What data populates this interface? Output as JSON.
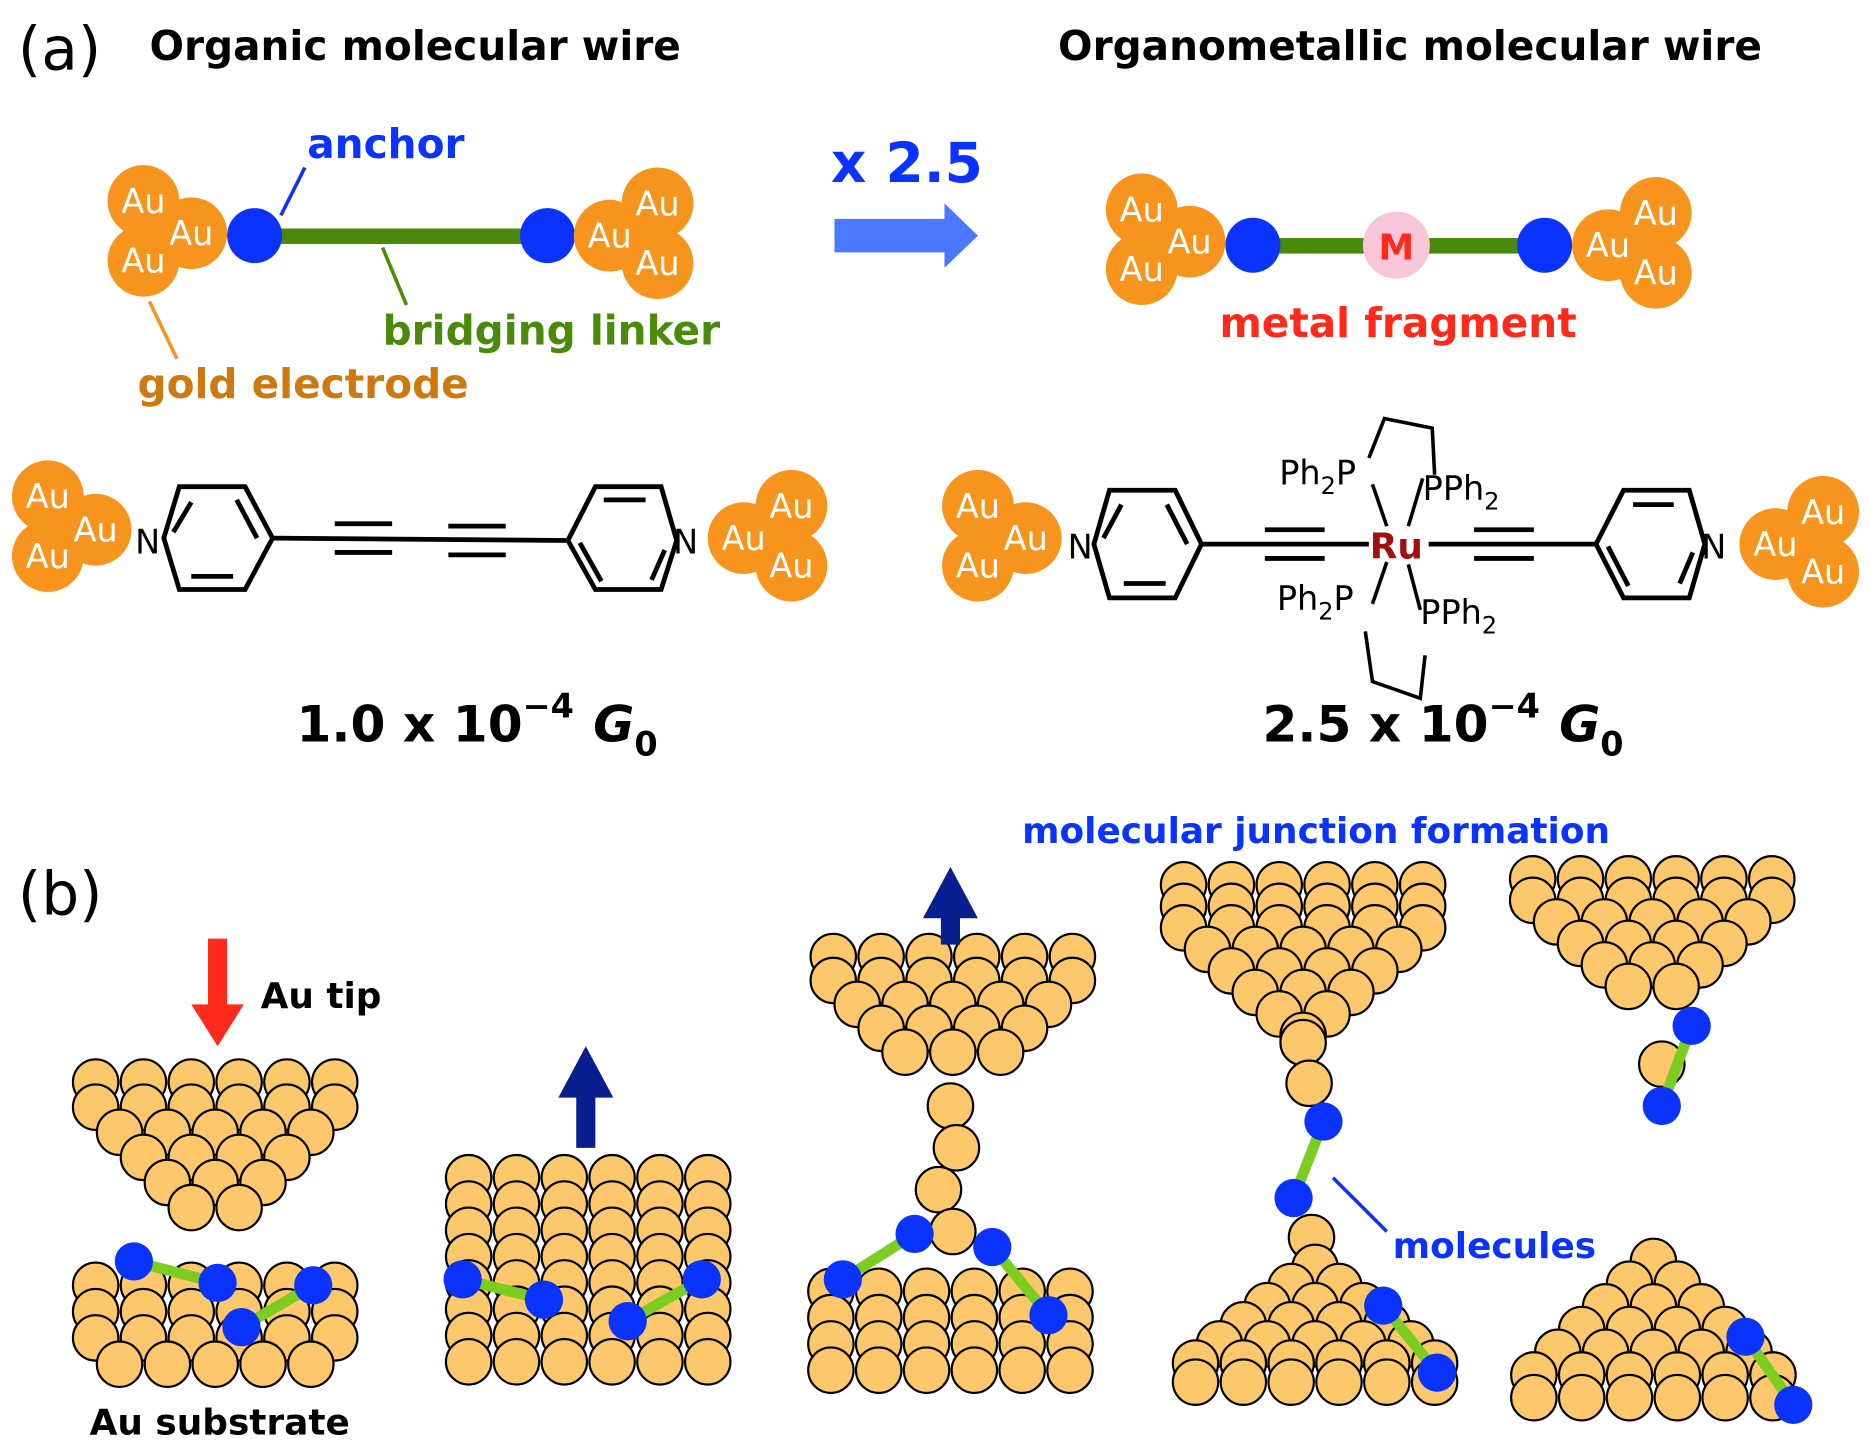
{
  "panel_a": {
    "label": "(a)",
    "organic_title": "Organic molecular wire",
    "organometallic_title": "Organometallic molecular wire",
    "anchor_label": "anchor",
    "linker_label": "bridging linker",
    "electrode_label": "gold electrode",
    "factor_label": "x 2.5",
    "metal_label": "M",
    "metal_fragment_label": "metal fragment",
    "au": "Au",
    "n": "N",
    "ru": "Ru",
    "ph2p": "Ph",
    "sub2": "2",
    "p": "P",
    "pph": "PPh",
    "organic_conductance": "1.0 x 10",
    "organometallic_conductance": "2.5 x 10",
    "exponent": "−4",
    "g": "G",
    "g_sub": "0"
  },
  "panel_b": {
    "label": "(b)",
    "tip_label": "Au tip",
    "substrate_label": "Au substrate",
    "junction_label": "molecular junction formation",
    "molecules_label": "molecules"
  },
  "colors": {
    "gold": "#f7941d",
    "gold_sphere": "#fcc86b",
    "anchor": "#0b33ff",
    "linker": "#4a8a0a",
    "mol_linker": "#7ccc22",
    "metal": "#f9c5d8",
    "red": "#ff2a1a",
    "navy": "#0a1f8f",
    "arrow_blue": "#4a78ff"
  }
}
